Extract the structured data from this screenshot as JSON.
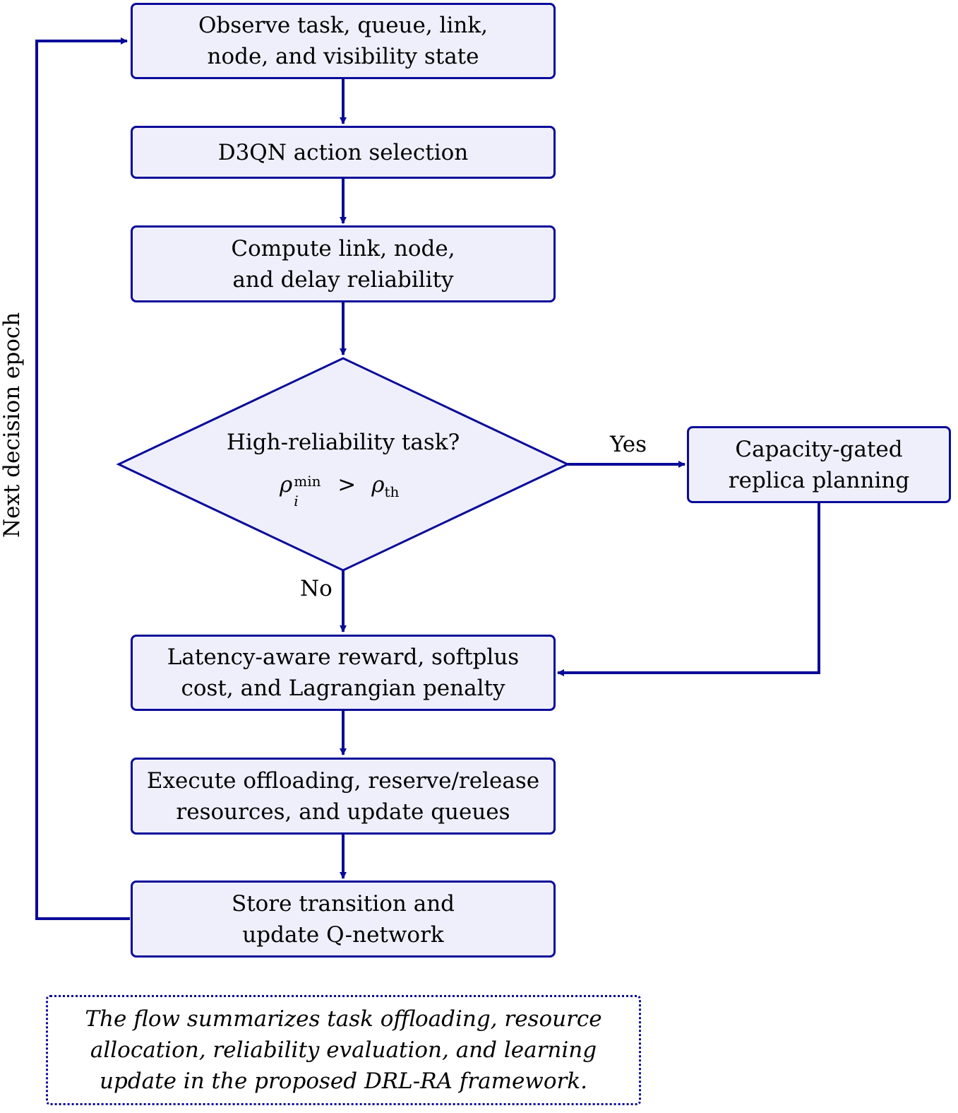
{
  "nodes": {
    "observe": [
      "Observe task, queue, link,",
      "node, and visibility state"
    ],
    "select": [
      "D3QN action selection"
    ],
    "compute": [
      "Compute link, node,",
      "and delay reliability"
    ],
    "decision": {
      "question": "High-reliability task?",
      "lhs_symbol": "ρ",
      "lhs_sub": "i",
      "lhs_sup": "min",
      "operator": ">",
      "rhs_symbol": "ρ",
      "rhs_sub": "th"
    },
    "replica": [
      "Capacity-gated",
      "replica planning"
    ],
    "reward": [
      "Latency-aware reward, softplus",
      "cost, and Lagrangian penalty"
    ],
    "execute": [
      "Execute offloading, reserve/release",
      "resources, and update queues"
    ],
    "store": [
      "Store transition and",
      "update Q-network"
    ]
  },
  "edge_labels": {
    "yes": "Yes",
    "no": "No",
    "loop": "Next decision epoch"
  },
  "caption": [
    "The flow summarizes task offloading, resource",
    "allocation, reliability evaluation, and learning",
    "update in the proposed DRL-RA framework."
  ],
  "colors": {
    "stroke": "#0a0a99",
    "fill": "#efeffc"
  }
}
